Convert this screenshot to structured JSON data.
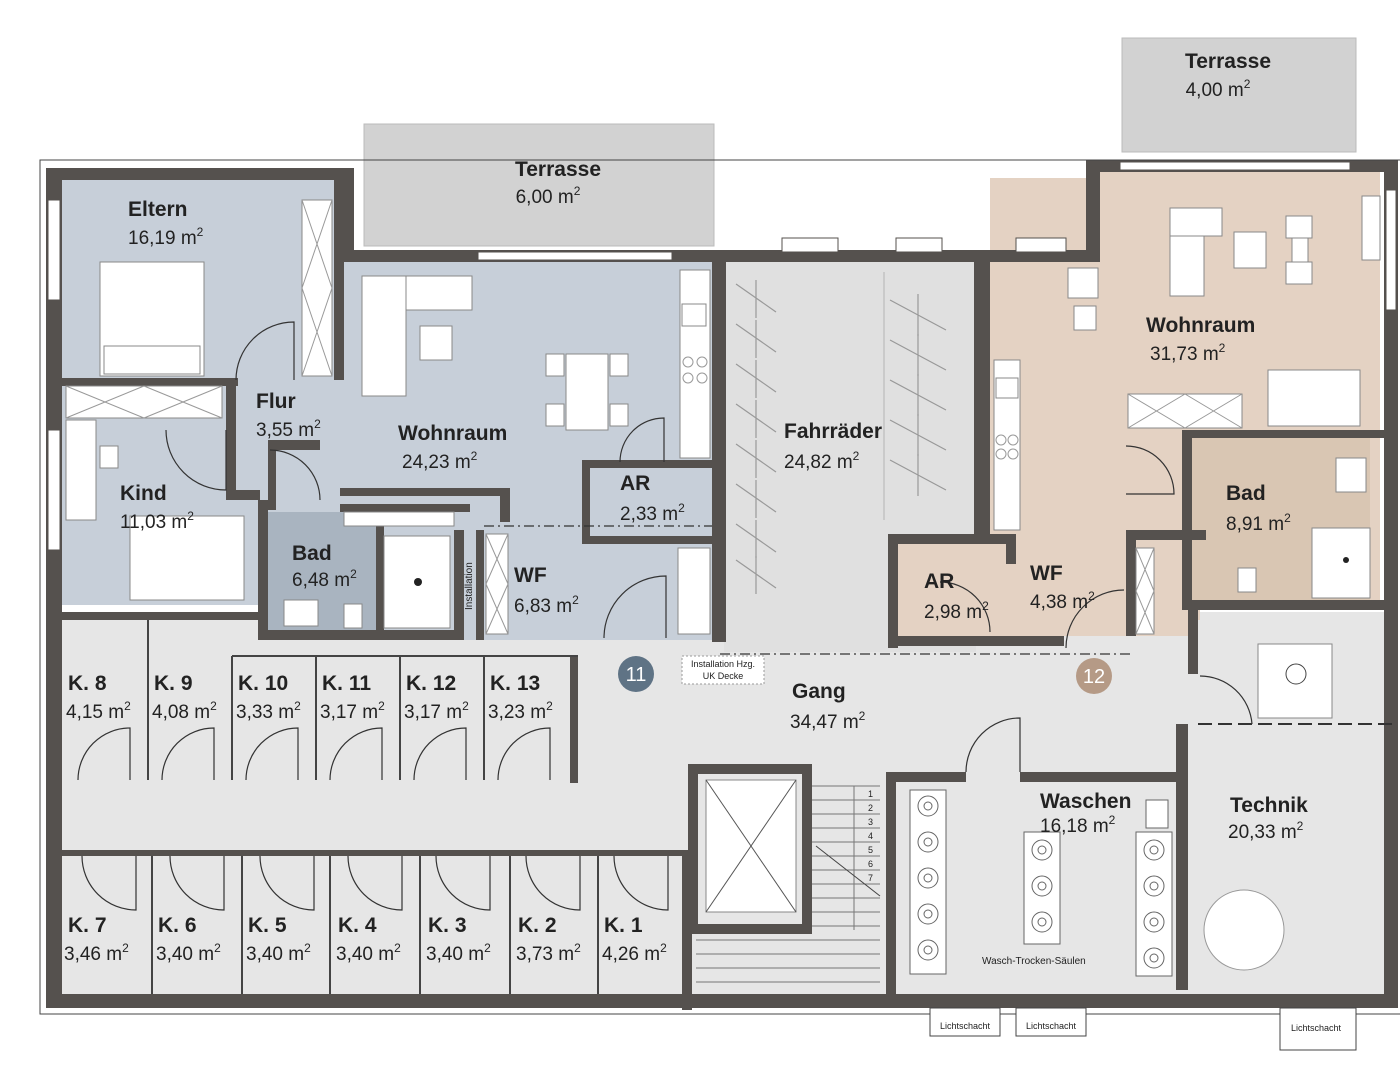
{
  "colors": {
    "unit11": "#c7cfd9",
    "unit12": "#e4d2c3",
    "common": "#e6e6e6",
    "terrace": "#d2d2d2",
    "wall": "#55514e",
    "badge11": "#5f7385",
    "badge12": "#b59a86"
  },
  "rooms": {
    "terrasse_left": {
      "name": "Terrasse",
      "area": "6,00 m",
      "sup": "2"
    },
    "terrasse_right": {
      "name": "Terrasse",
      "area": "4,00 m",
      "sup": "2"
    },
    "eltern": {
      "name": "Eltern",
      "area": "16,19 m",
      "sup": "2"
    },
    "flur": {
      "name": "Flur",
      "area": "3,55 m",
      "sup": "2"
    },
    "kind": {
      "name": "Kind",
      "area": "11,03 m",
      "sup": "2"
    },
    "bad_left": {
      "name": "Bad",
      "area": "6,48 m",
      "sup": "2"
    },
    "wohnraum_left": {
      "name": "Wohnraum",
      "area": "24,23 m",
      "sup": "2"
    },
    "ar_left": {
      "name": "AR",
      "area": "2,33 m",
      "sup": "2"
    },
    "wf_left": {
      "name": "WF",
      "area": "6,83 m",
      "sup": "2"
    },
    "fahrraeder": {
      "name": "Fahrräder",
      "area": "24,82 m",
      "sup": "2"
    },
    "wohnraum_right": {
      "name": "Wohnraum",
      "area": "31,73 m",
      "sup": "2"
    },
    "bad_right": {
      "name": "Bad",
      "area": "8,91 m",
      "sup": "2"
    },
    "ar_right": {
      "name": "AR",
      "area": "2,98 m",
      "sup": "2"
    },
    "wf_right": {
      "name": "WF",
      "area": "4,38 m",
      "sup": "2"
    },
    "gang": {
      "name": "Gang",
      "area": "34,47 m",
      "sup": "2"
    },
    "waschen": {
      "name": "Waschen",
      "area": "16,18 m",
      "sup": "2"
    },
    "technik": {
      "name": "Technik",
      "area": "20,33 m",
      "sup": "2"
    }
  },
  "cellars_top": [
    {
      "name": "K. 8",
      "area": "4,15 m",
      "sup": "2"
    },
    {
      "name": "K. 9",
      "area": "4,08 m",
      "sup": "2"
    },
    {
      "name": "K. 10",
      "area": "3,33 m",
      "sup": "2"
    },
    {
      "name": "K. 11",
      "area": "3,17 m",
      "sup": "2"
    },
    {
      "name": "K. 12",
      "area": "3,17 m",
      "sup": "2"
    },
    {
      "name": "K. 13",
      "area": "3,23 m",
      "sup": "2"
    }
  ],
  "cellars_bottom": [
    {
      "name": "K. 7",
      "area": "3,46 m",
      "sup": "2"
    },
    {
      "name": "K. 6",
      "area": "3,40 m",
      "sup": "2"
    },
    {
      "name": "K. 5",
      "area": "3,40 m",
      "sup": "2"
    },
    {
      "name": "K. 4",
      "area": "3,40 m",
      "sup": "2"
    },
    {
      "name": "K. 3",
      "area": "3,40 m",
      "sup": "2"
    },
    {
      "name": "K. 2",
      "area": "3,73 m",
      "sup": "2"
    },
    {
      "name": "K. 1",
      "area": "4,26 m",
      "sup": "2"
    }
  ],
  "badges": {
    "unit11": "11",
    "unit12": "12"
  },
  "notes": {
    "installation_line1": "Installation Hzg.",
    "installation_line2": "UK Decke",
    "installation_vertical": "Installation",
    "wasch_trocken": "Wasch-Trocken-Säulen",
    "lichtschacht": "Lichtschacht"
  },
  "stairs": [
    "1",
    "2",
    "3",
    "4",
    "5",
    "6",
    "7"
  ]
}
